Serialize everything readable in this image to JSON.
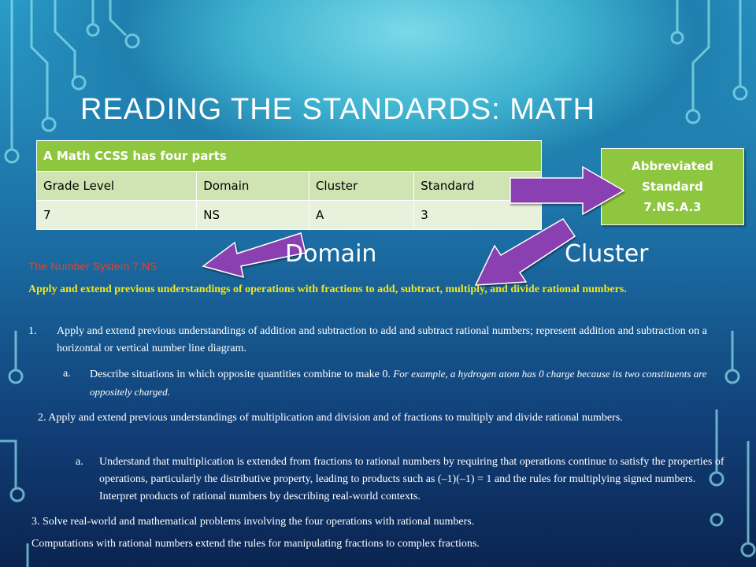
{
  "slide": {
    "title": "READING THE STANDARDS: MATH"
  },
  "table": {
    "header": "A Math CCSS has four parts",
    "columns": [
      "Grade Level",
      "Domain",
      "Cluster",
      "Standard"
    ],
    "values": [
      "7",
      "NS",
      "A",
      "3"
    ]
  },
  "abbreviated": {
    "line1": "Abbreviated",
    "line2": "Standard",
    "line3": "7.NS.A.3"
  },
  "labels": {
    "domain": "Domain",
    "cluster": "Cluster"
  },
  "domain_name": "The Number System  7.NS",
  "cluster_statement": "Apply and extend previous understandings of operations with fractions to add, subtract, multiply, and divide rational numbers.",
  "standards": {
    "s1_num": "1.",
    "s1_text": "Apply and extend previous understandings of addition and subtraction to add and subtract rational numbers; represent addition and subtraction on a horizontal or vertical number line diagram.",
    "s1a_num": "a.",
    "s1a_text": "Describe situations in which opposite quantities combine to make 0.",
    "s1a_example": "For example, a hydrogen atom has 0 charge because its two constituents are oppositely charged.",
    "s2_text": "2. Apply and extend previous understandings of multiplication and division and of fractions to multiply and divide rational numbers.",
    "s2a_num": "a.",
    "s2a_text": "Understand that multiplication is extended from fractions to rational numbers by requiring that operations continue to satisfy the properties of operations, particularly the distributive property, leading to products such as (–1)(–1) = 1 and the rules for multiplying signed numbers. Interpret products of rational numbers by describing real-world contexts.",
    "s3_text": "3. Solve real-world and mathematical problems involving the four operations with rational numbers.",
    "s3_note": "Computations with rational numbers extend the rules for manipulating fractions to complex fractions."
  },
  "colors": {
    "table_header": "#8ec63f",
    "arrow": "#8a3fb0",
    "domain_label": "#e8412a",
    "cluster_text": "#f0e61c"
  }
}
